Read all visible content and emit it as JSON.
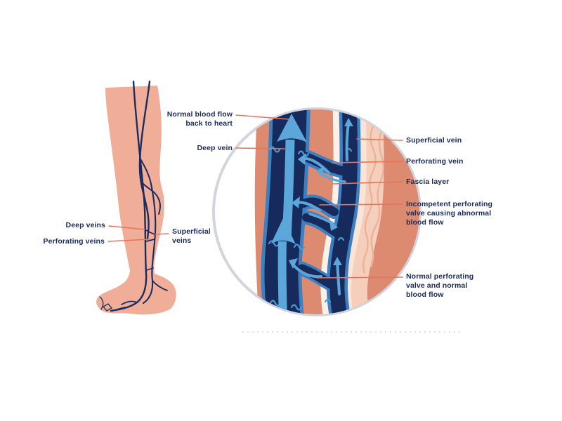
{
  "diagram": {
    "description": "Medical illustration of leg veins with magnified cross-section inset",
    "leg_labels": {
      "deep_veins": "Deep veins",
      "perforating_veins": "Perforating veins",
      "superficial_veins": "Superficial\nveins"
    },
    "inset_labels": {
      "normal_blood_flow": "Normal blood flow\nback to heart",
      "deep_vein": "Deep vein",
      "superficial_vein": "Superficial vein",
      "perforating_vein": "Perforating vein",
      "fascia_layer": "Fascia layer",
      "incompetent_valve": "Incompetent perforating\nvalve causing abnormal\nblood flow",
      "normal_valve": "Normal perforating\nvalve and normal\nblood flow"
    },
    "colors": {
      "skin": "#f0ae99",
      "tissue": "#dc8a70",
      "subcutaneous": "#f6cfbc",
      "fascia": "#fbf1e9",
      "vein_navy": "#172a5c",
      "vein_outline_blue": "#3d80c2",
      "arrow_blue": "#5ba7da",
      "leader_line": "#e8735a",
      "label_text": "#1b2a5a",
      "ring_gray": "#d3d5de"
    }
  }
}
